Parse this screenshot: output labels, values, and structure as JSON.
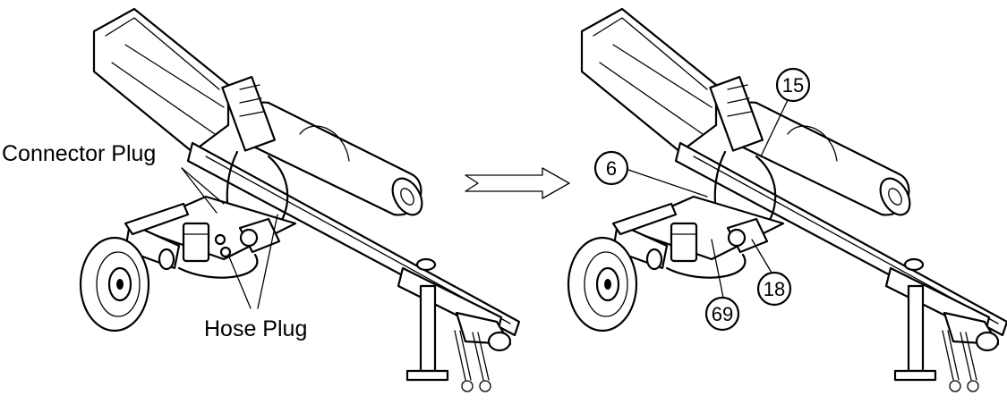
{
  "labels": {
    "connector_plug": "Connector Plug",
    "hose_plug": "Hose Plug"
  },
  "callouts": [
    {
      "id": "c6",
      "number": "6"
    },
    {
      "id": "c15",
      "number": "15"
    },
    {
      "id": "c18",
      "number": "18"
    },
    {
      "id": "c69",
      "number": "69"
    }
  ],
  "colors": {
    "ink": "#000000",
    "background": "#ffffff"
  }
}
